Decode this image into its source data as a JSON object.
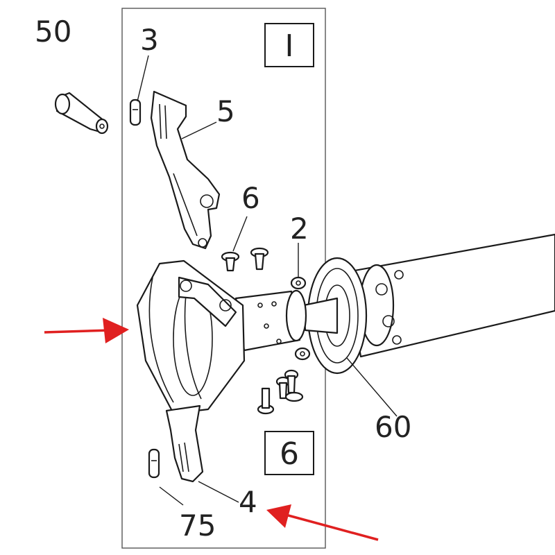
{
  "callouts": {
    "c50": "50",
    "c3": "3",
    "c5": "5",
    "c6": "6",
    "c2": "2",
    "c60": "60",
    "c4": "4",
    "c75": "75"
  },
  "boxes": {
    "top": "I",
    "bottom": "6"
  },
  "colors": {
    "arrow": "#e02020",
    "line": "#1a1a1a"
  }
}
